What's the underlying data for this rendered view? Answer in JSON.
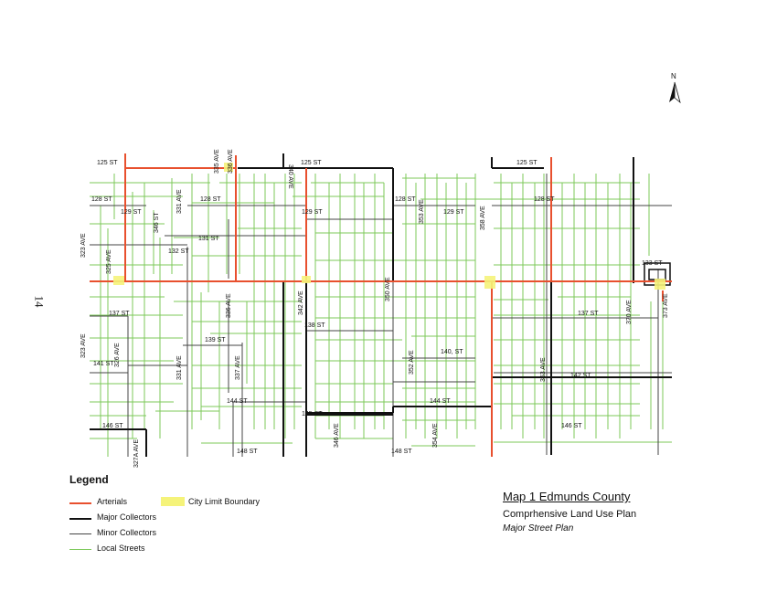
{
  "page_number": "14",
  "north_label": "N",
  "title_block": {
    "map_title": "Map 1 Edmunds County",
    "subtitle": "Comprhensive Land Use Plan",
    "subsubtitle": "Major Street Plan"
  },
  "legend": {
    "title": "Legend",
    "items": [
      {
        "label": "Arterials",
        "color": "#e8502e"
      },
      {
        "label": "Major Collectors",
        "color": "#111111"
      },
      {
        "label": "Minor Collectors",
        "color": "#444444"
      },
      {
        "label": "Local Streets",
        "color": "#7cc85a"
      }
    ],
    "city_limit": {
      "label": "City Limit Boundary",
      "color": "#f5f37a"
    }
  },
  "colors": {
    "arterial": "#e8502e",
    "major": "#111111",
    "minor": "#444444",
    "local": "#7cc85a",
    "city": "#f5f37a"
  },
  "street_labels": [
    "125 ST",
    "335 AVE",
    "336 AVE",
    "340 AVE",
    "125 ST",
    "125 ST",
    "128 ST",
    "129 ST",
    "346 ST",
    "331 AVE",
    "128 ST",
    "129 ST",
    "128 ST",
    "353 AVE",
    "129 ST",
    "358 AVE",
    "128 ST",
    "323 AVE",
    "131 ST",
    "132 ST",
    "325 AVE",
    "133 ST",
    "336 AVE",
    "342 AVE",
    "350 AVE",
    "137 ST",
    "138 ST",
    "137 ST",
    "370 AVE",
    "373 AVE",
    "323 AVE",
    "139 ST",
    "141 ST",
    "326 AVE",
    "331 AVE",
    "337 AVE",
    "352 AVE",
    "140, ST",
    "363 AVE",
    "142 ST",
    "144 ST",
    "145 ST",
    "144 ST",
    "146 ST",
    "327A AVE",
    "148 ST",
    "346 AVE",
    "148 ST",
    "354 AVE",
    "146 ST"
  ]
}
